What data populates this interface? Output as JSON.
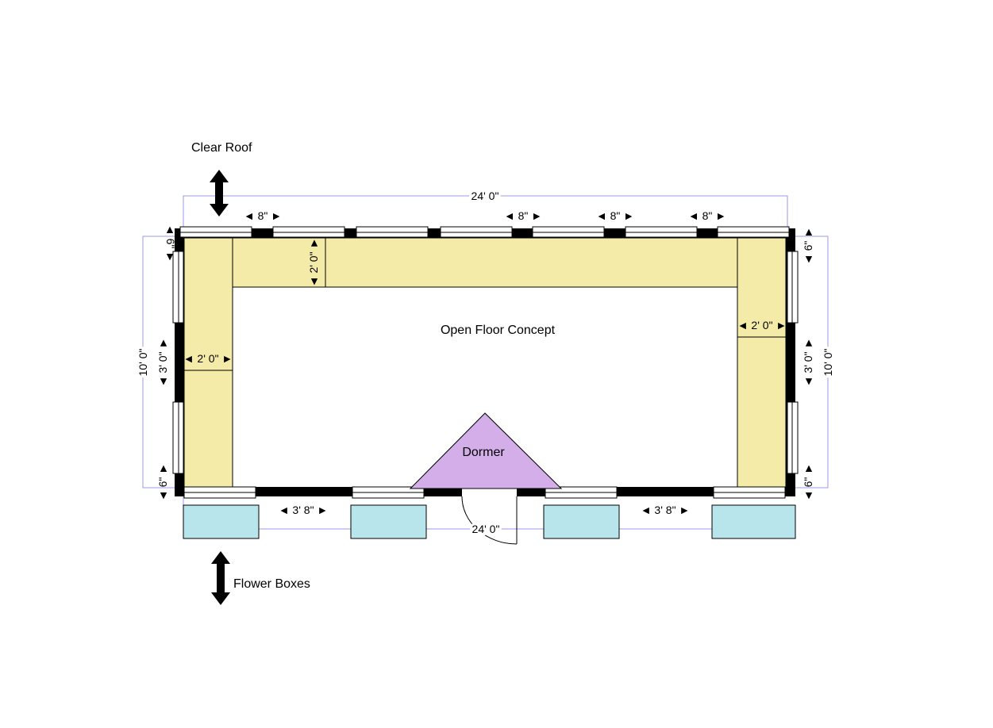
{
  "labels": {
    "clear_roof": "Clear Roof",
    "flower_boxes": "Flower Boxes",
    "open_floor": "Open Floor Concept",
    "dormer": "Dormer"
  },
  "dimensions": {
    "top_overall": "24' 0\"",
    "bottom_overall": "24' 0\"",
    "left_overall": "10' 0\"",
    "right_overall": "10' 0\"",
    "top_gaps": [
      "◄ 8\" ►",
      "◄ 8\" ►",
      "◄ 8\" ►",
      "◄ 8\" ►"
    ],
    "left_top": "◄ 6\" ►",
    "left_mid": "◄ 3' 0\" ►",
    "left_bottom": "◄ 6\" ►",
    "right_top": "◄ 6\" ►",
    "right_mid": "◄ 3' 0\" ►",
    "right_bottom": "◄ 6\" ►",
    "bottom_gaps": [
      "◄ 3' 8\" ►",
      "◄ 3' 8\" ►"
    ],
    "top_band_depth": "◄ 2' 0\" ►",
    "left_col_width": "◄ 2' 0\" ►",
    "right_col_width": "◄ 2' 0\" ►"
  },
  "colors": {
    "counter": "#f5eba8",
    "dormer": "#d4aee8",
    "flower_box": "#b8e4ec",
    "dimension_line": "#9a9aee"
  }
}
